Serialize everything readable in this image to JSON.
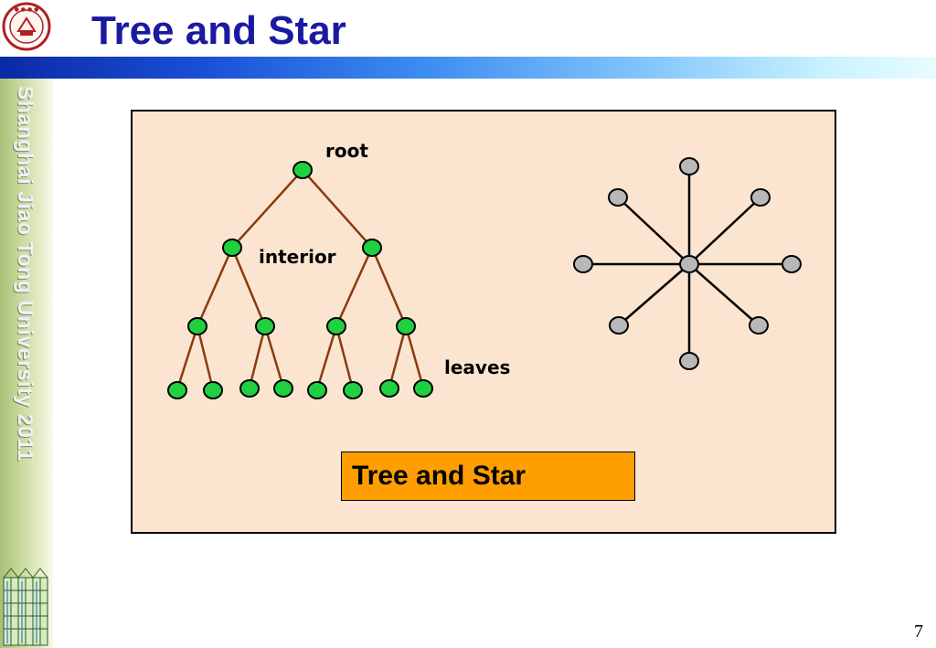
{
  "slide": {
    "title": "Tree and Star",
    "sidebar_text": "Shanghai Jiao Tong  University 2011",
    "page_number": "7",
    "logo_icon": "university-seal-icon",
    "footer_icon": "building-icon"
  },
  "figure": {
    "labels": {
      "root": "root",
      "interior": "interior",
      "leaves": "leaves"
    },
    "caption": "Tree and Star",
    "colors": {
      "background": "#fbe5d0",
      "tree_node": "#1fd040",
      "tree_edge": "#8b3a10",
      "star_node": "#b8b8b8",
      "star_edge": "#000000",
      "caption_bg": "#ff9e00",
      "title_text": "#1a1aa0"
    },
    "tree": {
      "levels": [
        1,
        2,
        4,
        8
      ],
      "node_count": 15
    },
    "star": {
      "center_count": 1,
      "spoke_count": 8
    }
  }
}
